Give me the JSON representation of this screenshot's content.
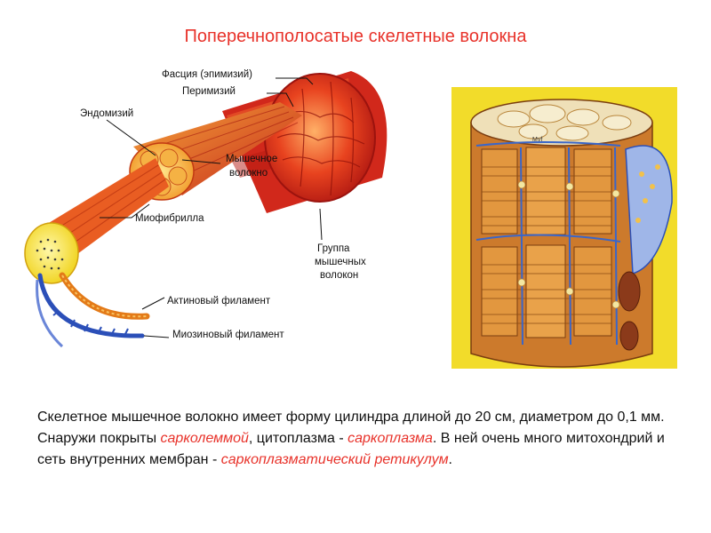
{
  "slide": {
    "title": "Поперечнополосатые скелетные волокна"
  },
  "diagram_labels": {
    "fascia": "Фасция (эпимизий)",
    "perimysium": "Перимизий",
    "endomysium": "Эндомизий",
    "muscle_fiber_line1": "Мышечное",
    "muscle_fiber_line2": "волокно",
    "myofibril": "Миофибрилла",
    "group_line1": "Группа",
    "group_line2": "мышечных",
    "group_line3": "волокон",
    "actin": "Актиновый филамент",
    "myosin": "Миозиновый филамент"
  },
  "detail_figure": {
    "inner_label": "Myf"
  },
  "description": {
    "part1": "Скелетное мышечное волокно имеет форму цилиндра длиной до 20 см, диаметром до 0,1 мм. Снаружи покрыты ",
    "term1": "сарколеммой",
    "part2": ", цитоплазма - ",
    "term2": "саркоплазма",
    "part3": ". В ней очень много митохондрий и сеть внутренних мембран - ",
    "term3": "саркоплазматический ретикулум",
    "part4": "."
  },
  "colors": {
    "title": "#e8322a",
    "term": "#e8322a",
    "muscle_red": "#d9231b",
    "muscle_orange": "#f08a1c",
    "myofibril_yellow": "#f4e23a",
    "myosin_blue": "#2b4fb8",
    "detail_background": "#f2dc2a"
  }
}
